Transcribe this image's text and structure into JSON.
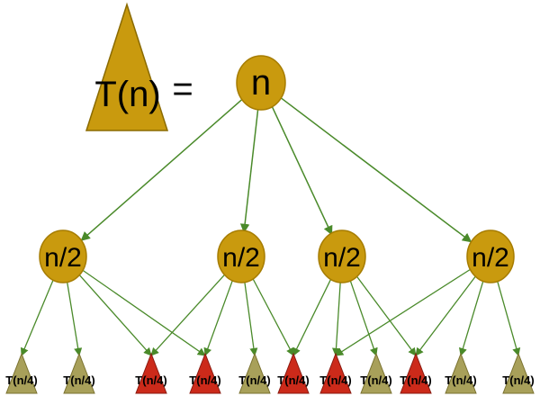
{
  "legend": {
    "triangle_label": "T(n)",
    "equals": "="
  },
  "root": {
    "label": "n"
  },
  "level1": [
    {
      "label": "n/2"
    },
    {
      "label": "n/2"
    },
    {
      "label": "n/2"
    },
    {
      "label": "n/2"
    }
  ],
  "leaves": [
    {
      "label": "T(n/4)",
      "highlight": false
    },
    {
      "label": "T(n/4)",
      "highlight": false
    },
    {
      "label": "T(n/4)",
      "highlight": true
    },
    {
      "label": "T(n/4)",
      "highlight": true
    },
    {
      "label": "T(n/4)",
      "highlight": false
    },
    {
      "label": "T(n/4)",
      "highlight": true
    },
    {
      "label": "T(n/4)",
      "highlight": true
    },
    {
      "label": "T(n/4)",
      "highlight": false
    },
    {
      "label": "T(n/4)",
      "highlight": true
    },
    {
      "label": "T(n/4)",
      "highlight": false
    },
    {
      "label": "T(n/4)",
      "highlight": false
    }
  ],
  "edges": {
    "root_to_level1": [
      0,
      1,
      2,
      3
    ],
    "level1_to_leaves": [
      [
        0,
        1,
        2,
        3
      ],
      [
        2,
        3,
        4,
        5
      ],
      [
        5,
        6,
        7,
        8
      ],
      [
        6,
        8,
        9,
        10
      ]
    ]
  },
  "colors": {
    "node_fill": "#c99a0e",
    "node_stroke": "#a67c00",
    "edge": "#4a8a2a",
    "leaf_normal": "#a8a05a",
    "leaf_highlight": "#cc2a1a"
  }
}
